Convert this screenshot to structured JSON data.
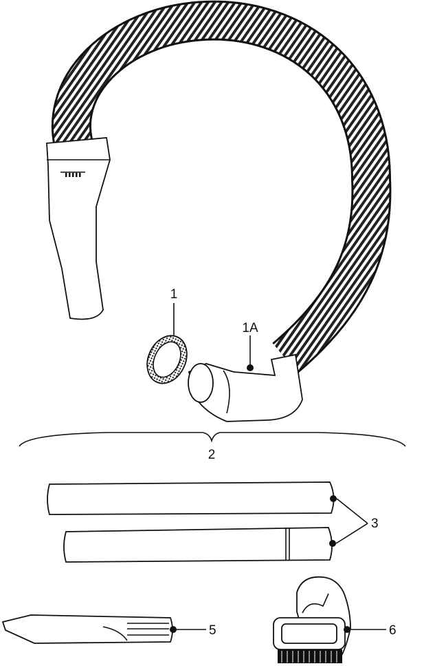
{
  "callouts": {
    "gasket": "1",
    "elbow_fitting": "1A",
    "hose_assembly": "2",
    "extension_wands": "3",
    "crevice_tool": "5",
    "dusting_brush": "6"
  }
}
